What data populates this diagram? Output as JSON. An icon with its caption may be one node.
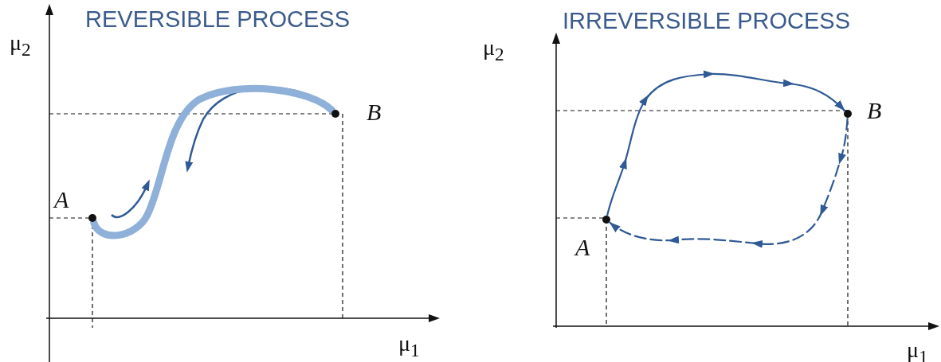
{
  "diagram": {
    "nodes": [
      {
        "text": [],
        "shape": "circle",
        "beside": [
          "A"
        ]
      },
      {
        "text": [],
        "shape": "circle",
        "beside": [
          "B"
        ]
      },
      {
        "text": [],
        "shape": "circle",
        "beside": [
          "A"
        ]
      },
      {
        "text": [],
        "shape": "circle",
        "beside": [
          "B"
        ]
      }
    ],
    "edges": [
      {
        "from": 0,
        "to": 1,
        "arrow": "none",
        "style": "thick",
        "color": "#8fb0d8"
      },
      {
        "from": 2,
        "to": 3,
        "arrow": "to"
      },
      {
        "from": 3,
        "to": 2,
        "arrow": "to",
        "style": "dashed"
      }
    ],
    "labels": [
      "REVERSIBLE PROCESS",
      "μ$_{2}$",
      "μ$_{1}$",
      "IRREVERSIBLE PROCESS",
      "μ$_{2}$",
      "μ$_{1}$"
    ]
  }
}
